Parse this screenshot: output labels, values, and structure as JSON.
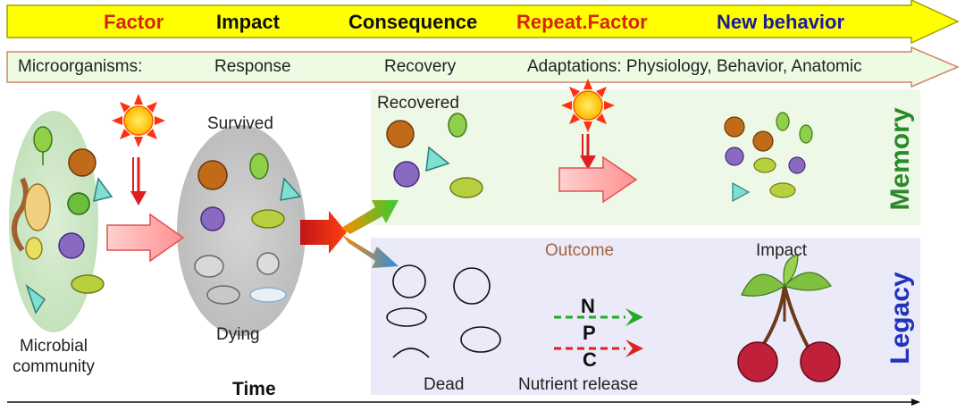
{
  "header": {
    "stages": [
      {
        "label": "Factor",
        "color": "#d62410"
      },
      {
        "label": "Impact",
        "color": "#111111"
      },
      {
        "label": "Consequence",
        "color": "#111111"
      },
      {
        "label": "Repeat.Factor",
        "color": "#d62410"
      },
      {
        "label": "New behavior",
        "color": "#1a1a9a"
      }
    ],
    "sub": {
      "microorganisms": "Microorganisms:",
      "response": "Response",
      "recovery": "Recovery",
      "adaptations": "Adaptations: Physiology, Behavior, Anatomic"
    }
  },
  "labels": {
    "microbial_community": "Microbial community",
    "survived": "Survived",
    "dying": "Dying",
    "recovered": "Recovered",
    "outcome": "Outcome",
    "impact": "Impact",
    "dead": "Dead",
    "nutrient_release": "Nutrient release",
    "time": "Time",
    "memory": "Memory",
    "legacy": "Legacy",
    "n": "N",
    "p": "P",
    "c": "C"
  },
  "colors": {
    "yellow_band": "#ffff00",
    "green_band": "#edfbe2",
    "memory_panel": "#eef8e6",
    "legacy_panel": "#eaeaf8",
    "memory_text": "#2a8a2a",
    "legacy_text": "#2233bb",
    "outcome_text": "#a0633a"
  }
}
